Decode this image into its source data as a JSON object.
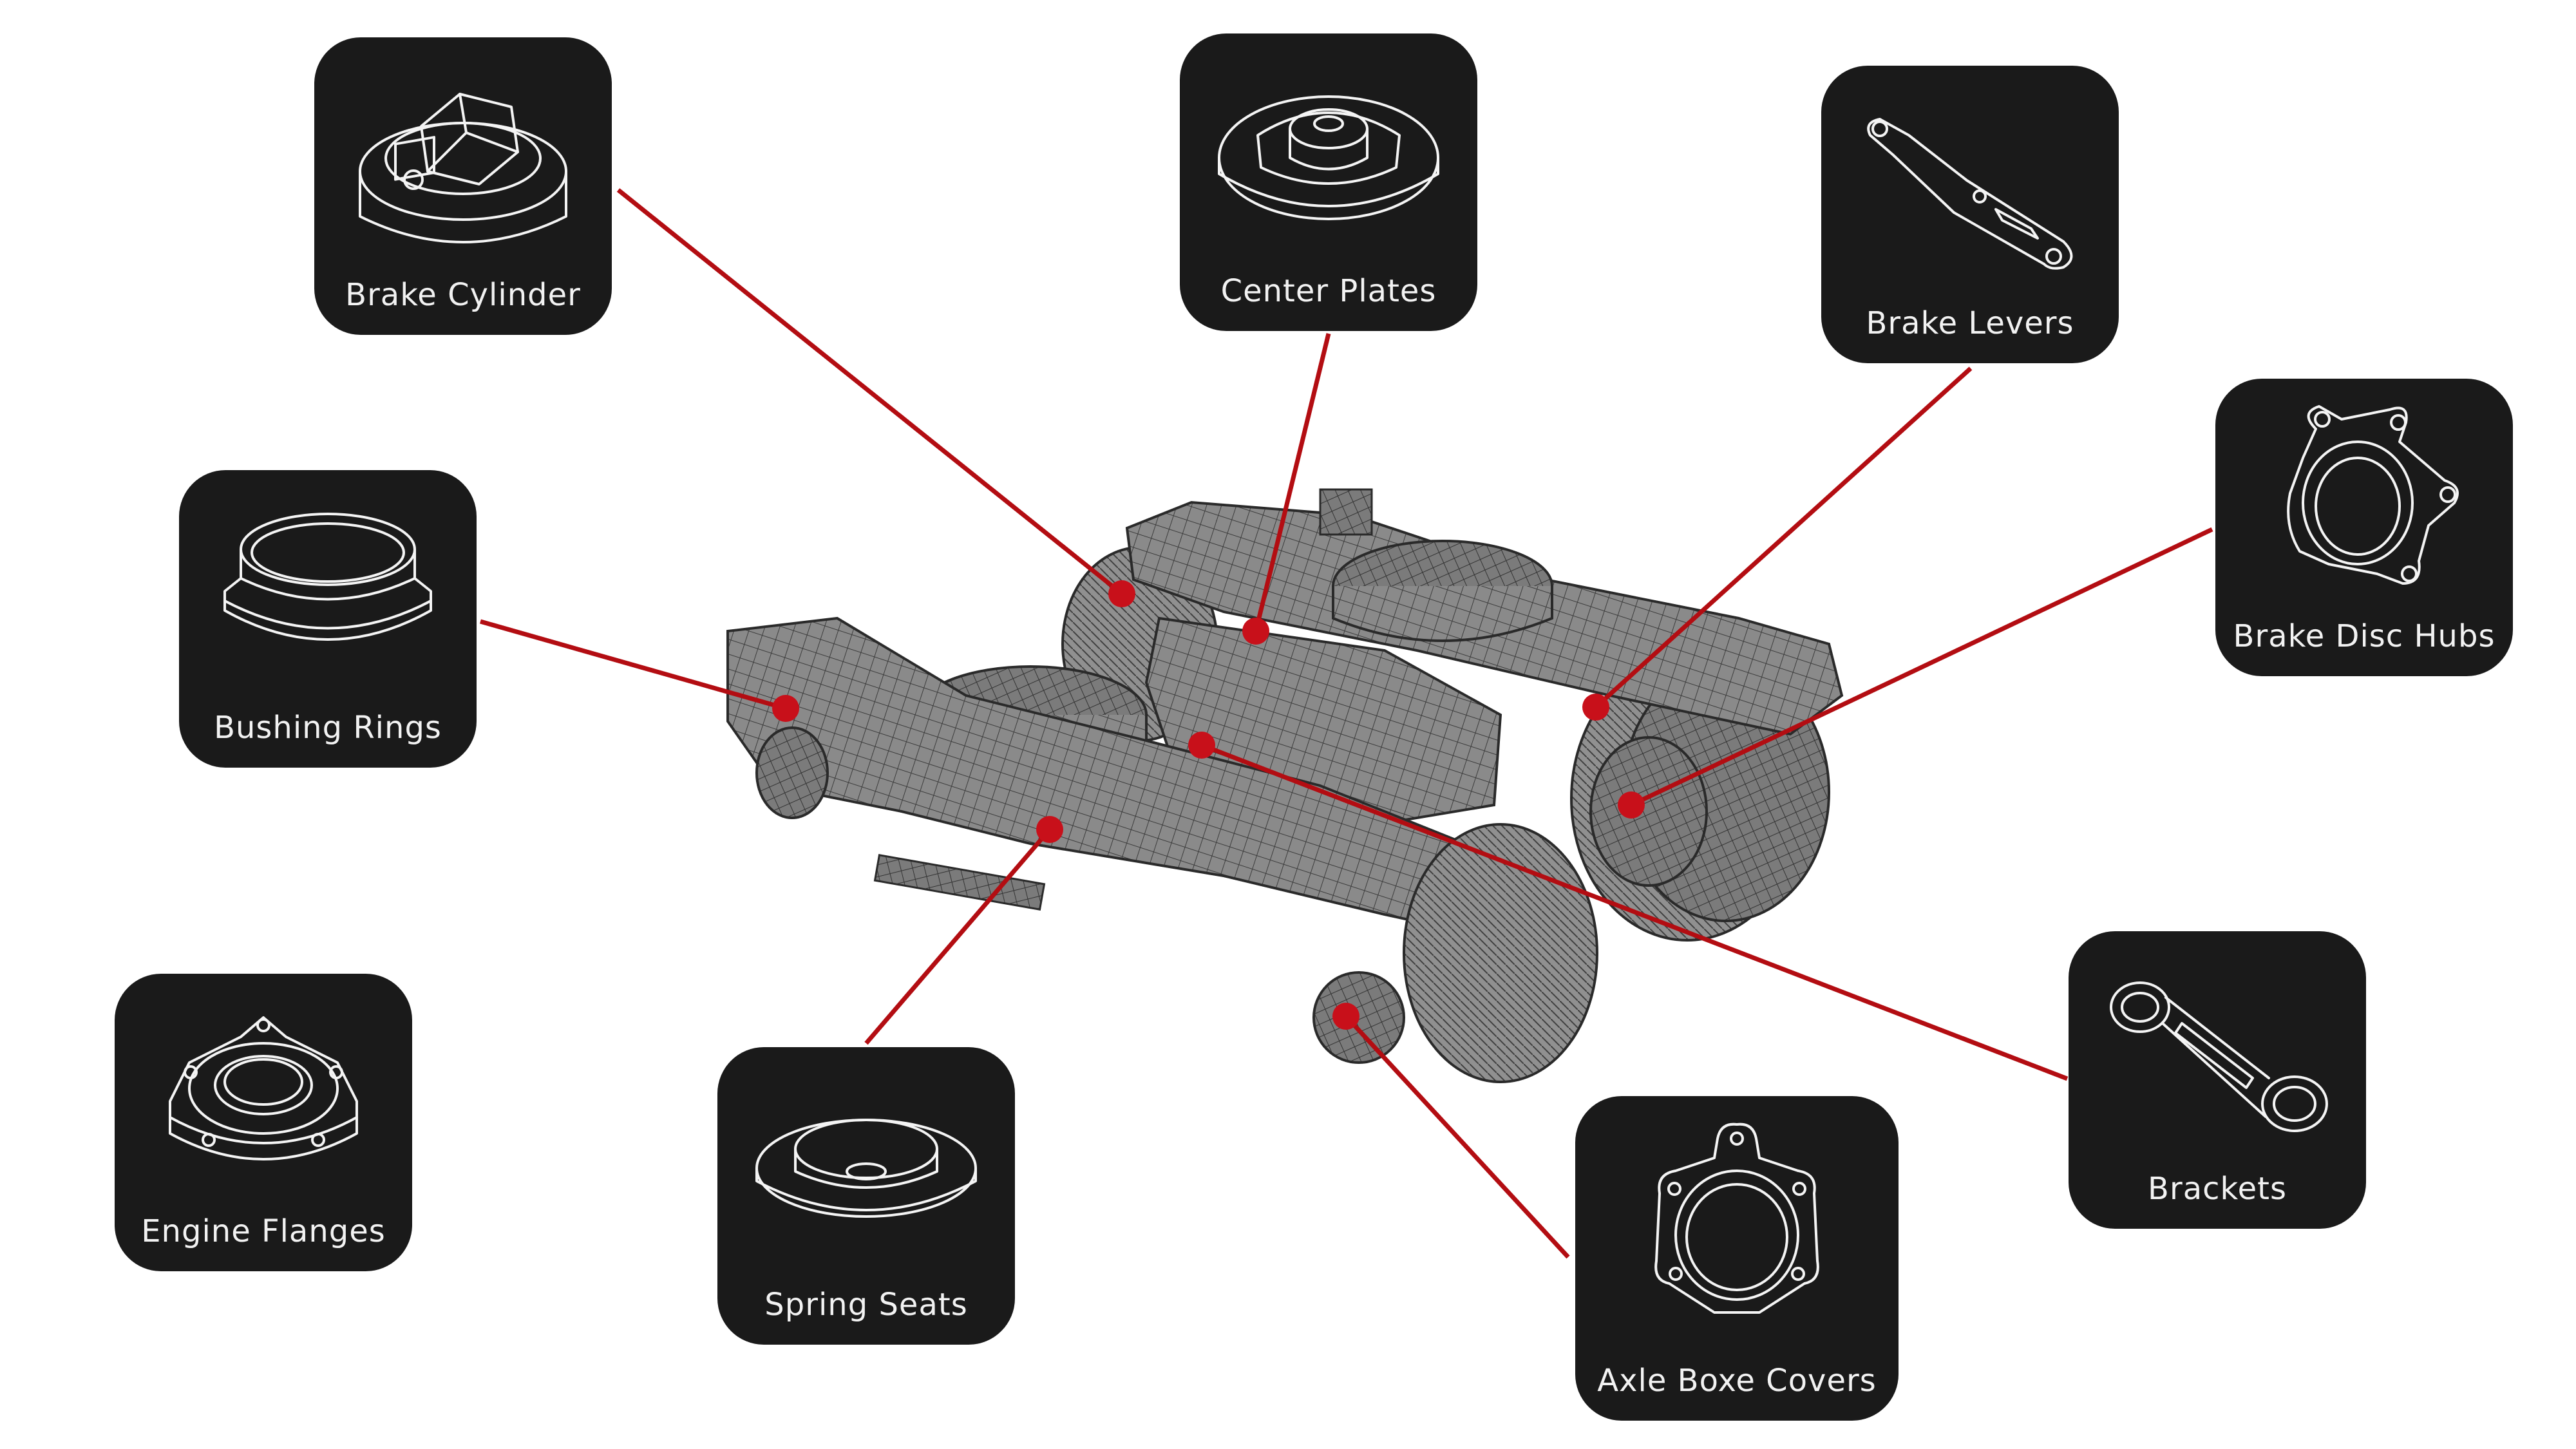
{
  "diagram": {
    "accent_color": "#c8101a",
    "card_color": "#1a1a1a",
    "parts": [
      {
        "id": "brake-cylinder",
        "label": "Brake Cylinder",
        "icon": "brake-cylinder-icon"
      },
      {
        "id": "center-plates",
        "label": "Center Plates",
        "icon": "center-plate-icon"
      },
      {
        "id": "brake-levers",
        "label": "Brake Levers",
        "icon": "brake-lever-icon"
      },
      {
        "id": "brake-disc-hubs",
        "label": "Brake Disc Hubs",
        "icon": "brake-disc-hub-icon"
      },
      {
        "id": "bushing-rings",
        "label": "Bushing Rings",
        "icon": "bushing-ring-icon"
      },
      {
        "id": "brackets",
        "label": "Brackets",
        "icon": "bracket-icon"
      },
      {
        "id": "engine-flanges",
        "label": "Engine Flanges",
        "icon": "engine-flange-icon"
      },
      {
        "id": "spring-seats",
        "label": "Spring Seats",
        "icon": "spring-seat-icon"
      },
      {
        "id": "axle-boxe-covers",
        "label": "Axle Boxe Covers",
        "icon": "axle-box-cover-icon"
      }
    ]
  }
}
